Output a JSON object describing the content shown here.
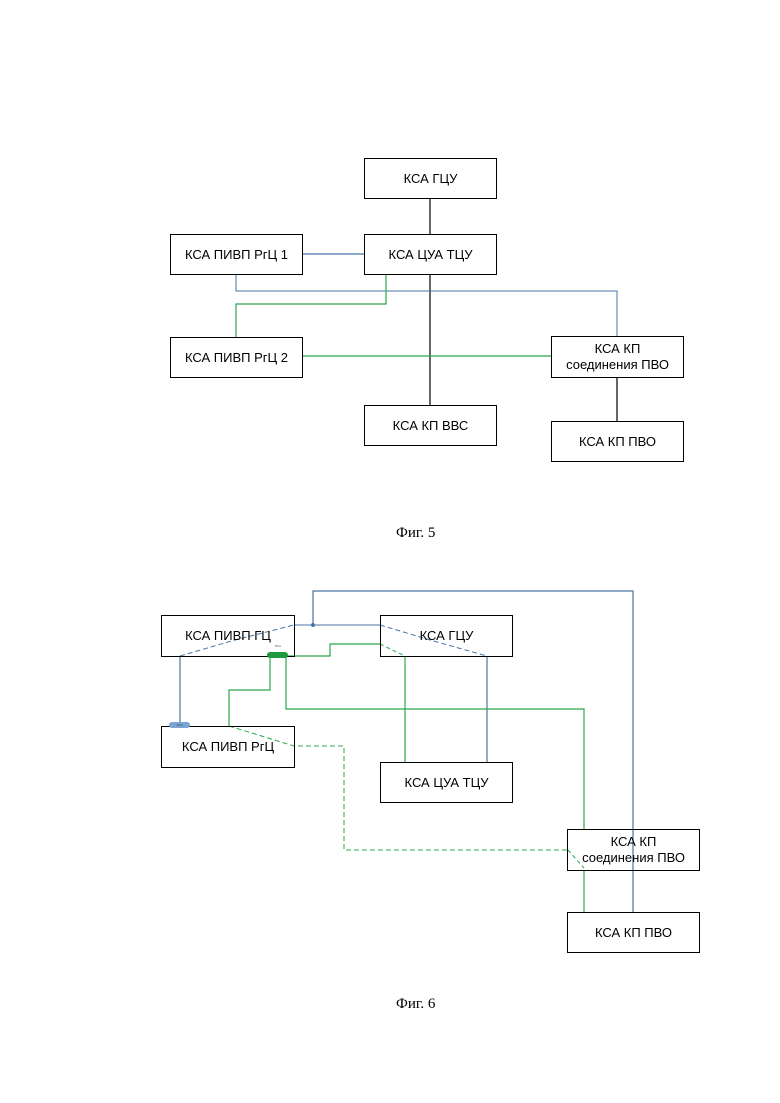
{
  "fig5": {
    "caption": "Фиг. 5",
    "boxes": {
      "gcu": "КСА ГЦУ",
      "piivp1": "КСА ПИВП РгЦ 1",
      "cua": "КСА ЦУА ТЦУ",
      "piivp2": "КСА ПИВП РгЦ 2",
      "kp_soed": "КСА КП\nсоединения ПВО",
      "kp_vvs": "КСА КП ВВС",
      "kp_pvo": "КСА КП ПВО"
    }
  },
  "fig6": {
    "caption": "Фиг. 6",
    "boxes": {
      "piivp_gc": "КСА ПИВП ГЦ",
      "gcu": "КСА ГЦУ",
      "piivp_rgc": "КСА ПИВП РгЦ",
      "cua": "КСА ЦУА ТЦУ",
      "kp_soed": "КСА КП\nсоединения ПВО",
      "kp_pvo": "КСА КП ПВО"
    },
    "connectors": {
      "green": "PUs",
      "blue": "PUs"
    }
  },
  "colors": {
    "black_line": "#000000",
    "blue_line": "#4a73a8",
    "green_line": "#2aa84a",
    "connector_green": "#1c9a3e",
    "connector_blue": "#7aa5d6"
  }
}
